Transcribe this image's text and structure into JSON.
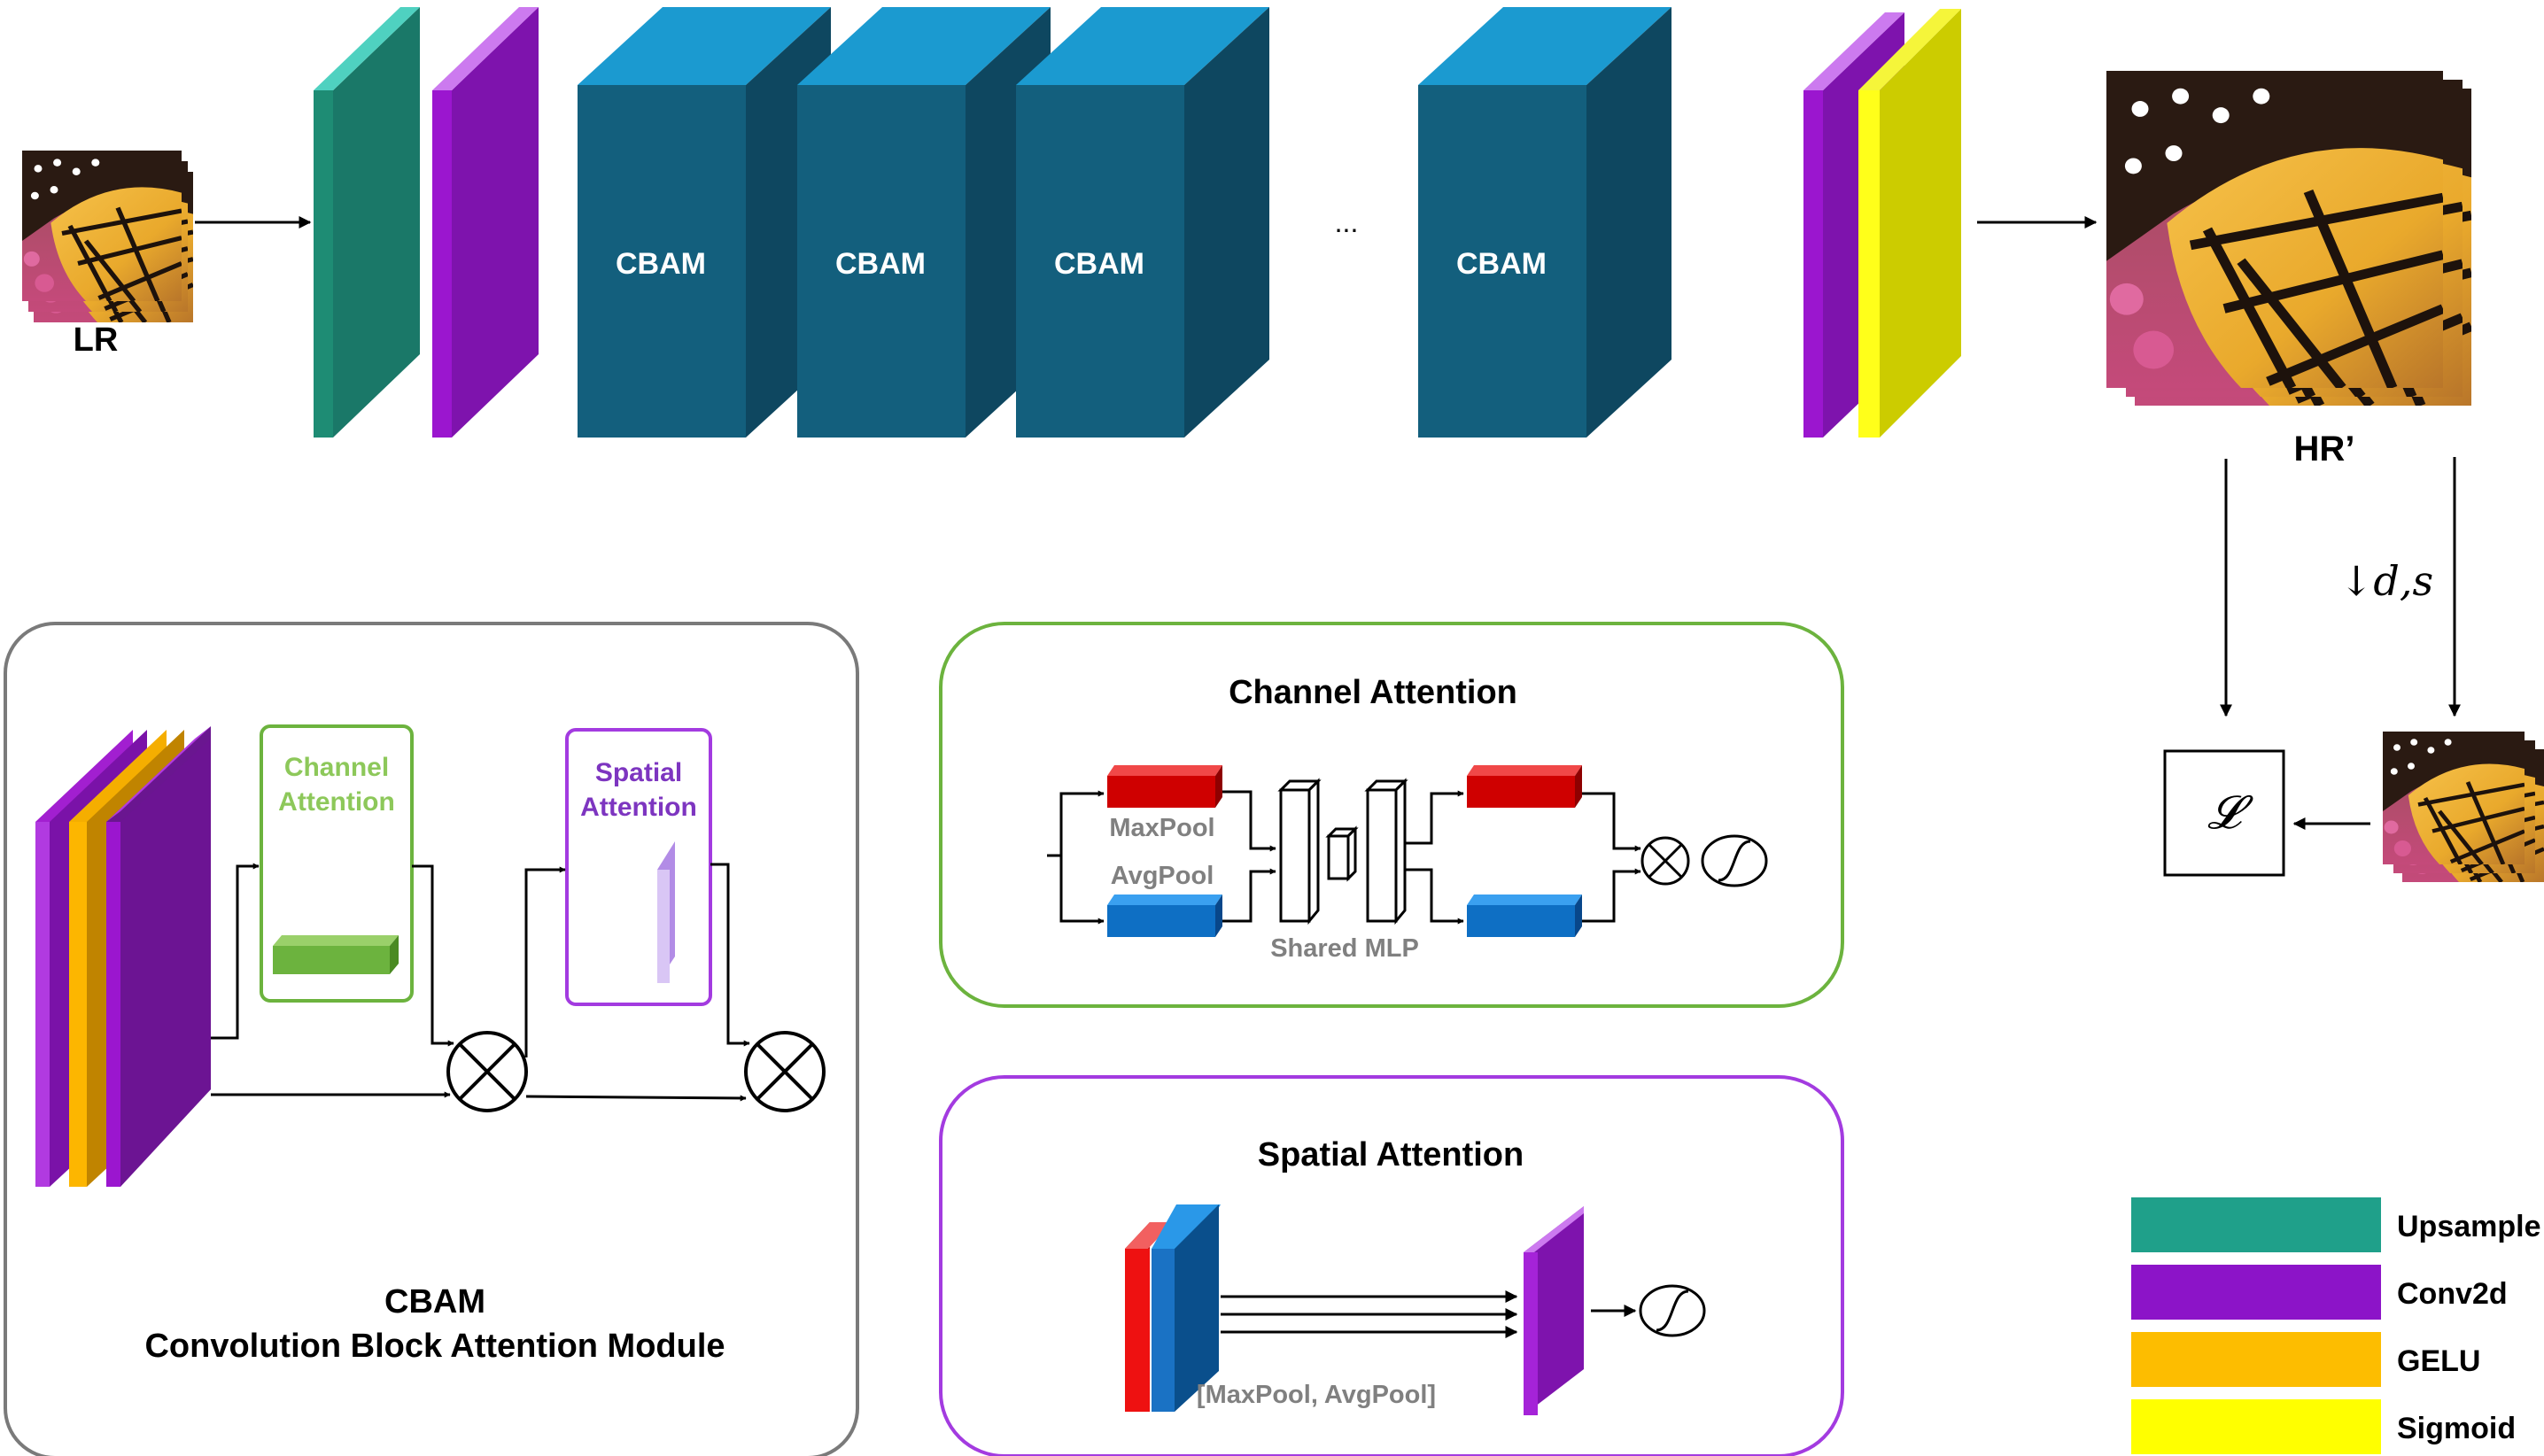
{
  "colors": {
    "upsample": "#1e8c74",
    "upsample_light": "#4fd1c0",
    "conv2d": "#9b16cf",
    "conv2d_light": "#cc7aef",
    "gelu": "#fdb600",
    "sigmoid": "#cccc00",
    "sigmoid_light": "#f5f53a",
    "cbam_front": "#135f7d",
    "cbam_top": "#1b9ad0",
    "cbam_side": "#0e4760",
    "channel_border": "#6cb33e",
    "channel_text": "#8dc85a",
    "spatial_border": "#a33be0",
    "spatial_text": "#7d35c0",
    "maxpool_red": "#d40000",
    "avgpool_blue": "#0e6fc4",
    "muted_text": "#808080"
  },
  "pipeline": {
    "lr_label": "LR",
    "hr_label": "HR’",
    "cbam_blocks": [
      "CBAM",
      "CBAM",
      "CBAM",
      "CBAM"
    ],
    "ellipsis": "...",
    "downsample_label": "↓d,s",
    "loss_symbol": "𝓛"
  },
  "cbam_panel": {
    "title_line1": "CBAM",
    "title_line2": "Convolution Block Attention Module",
    "channel_box_line1": "Channel",
    "channel_box_line2": "Attention",
    "spatial_box_line1": "Spatial",
    "spatial_box_line2": "Attention"
  },
  "channel_panel": {
    "title": "Channel Attention",
    "maxpool_label": "MaxPool",
    "avgpool_label": "AvgPool",
    "mlp_label": "Shared MLP"
  },
  "spatial_panel": {
    "title": "Spatial Attention",
    "concat_label": "[MaxPool, AvgPool]"
  },
  "legend": [
    {
      "label": "Upsample",
      "color": "#1fa08a"
    },
    {
      "label": "Conv2d",
      "color": "#8c14c8"
    },
    {
      "label": "GELU",
      "color": "#fdbd00"
    },
    {
      "label": "Sigmoid",
      "color": "#ffff00"
    }
  ]
}
